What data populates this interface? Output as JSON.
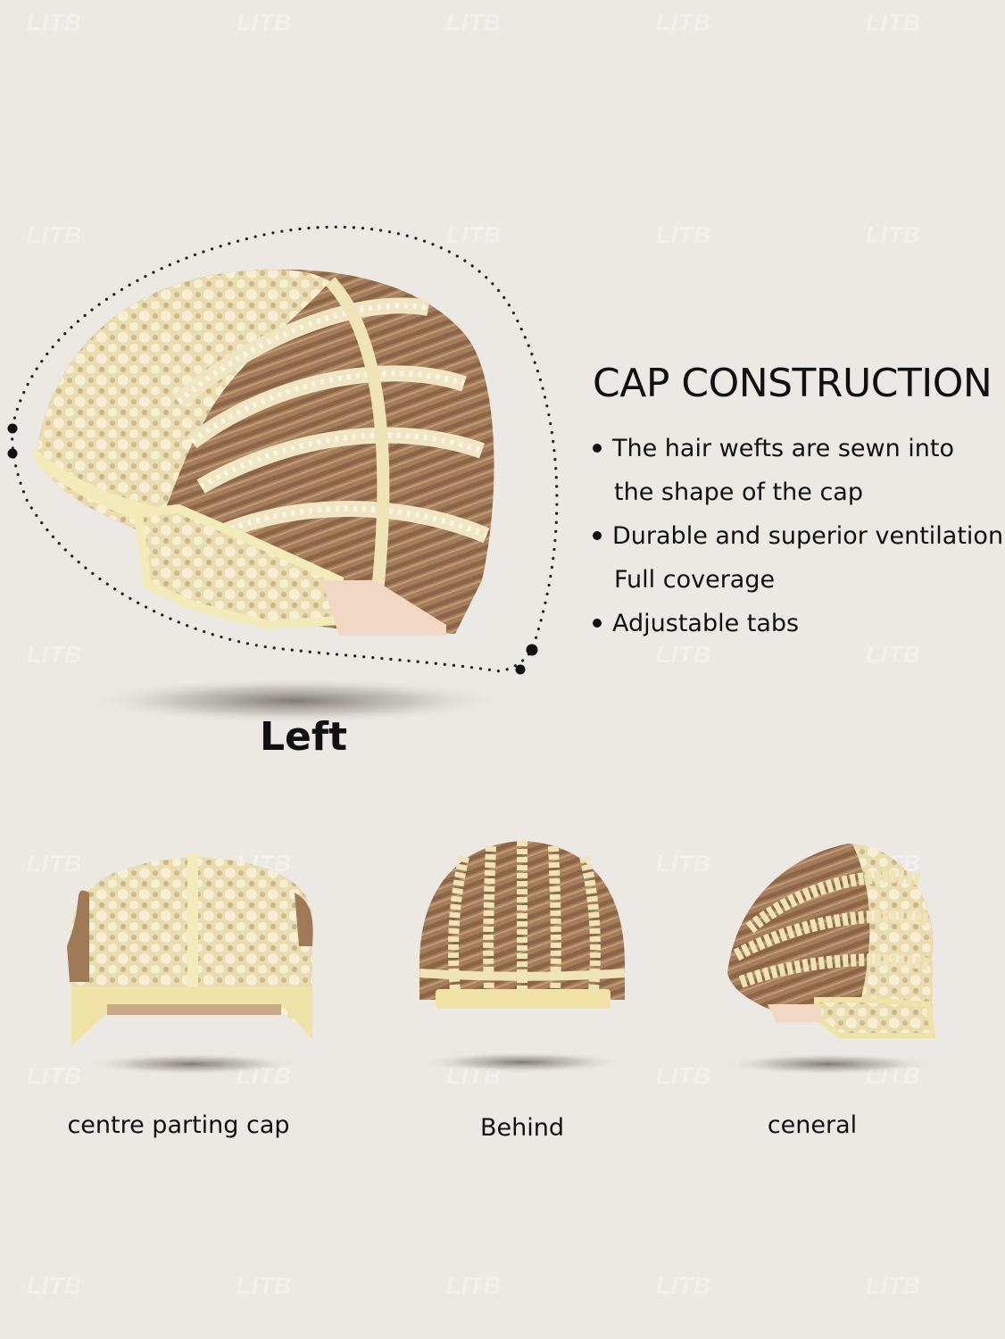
{
  "watermark": "LITB",
  "title": "CAP CONSTRUCTION",
  "features": [
    "The hair wefts are sewn into",
    "the shape of the cap",
    "Durable and superior ventilation",
    "Full coverage",
    "Adjustable tabs"
  ],
  "views": {
    "main": "Left",
    "front": "centre parting cap",
    "back": "Behind",
    "side": "ceneral"
  },
  "colors": {
    "background": "#ece8e4",
    "hair": "#a07a58",
    "lace": "#efe3b8",
    "text": "#111111"
  }
}
